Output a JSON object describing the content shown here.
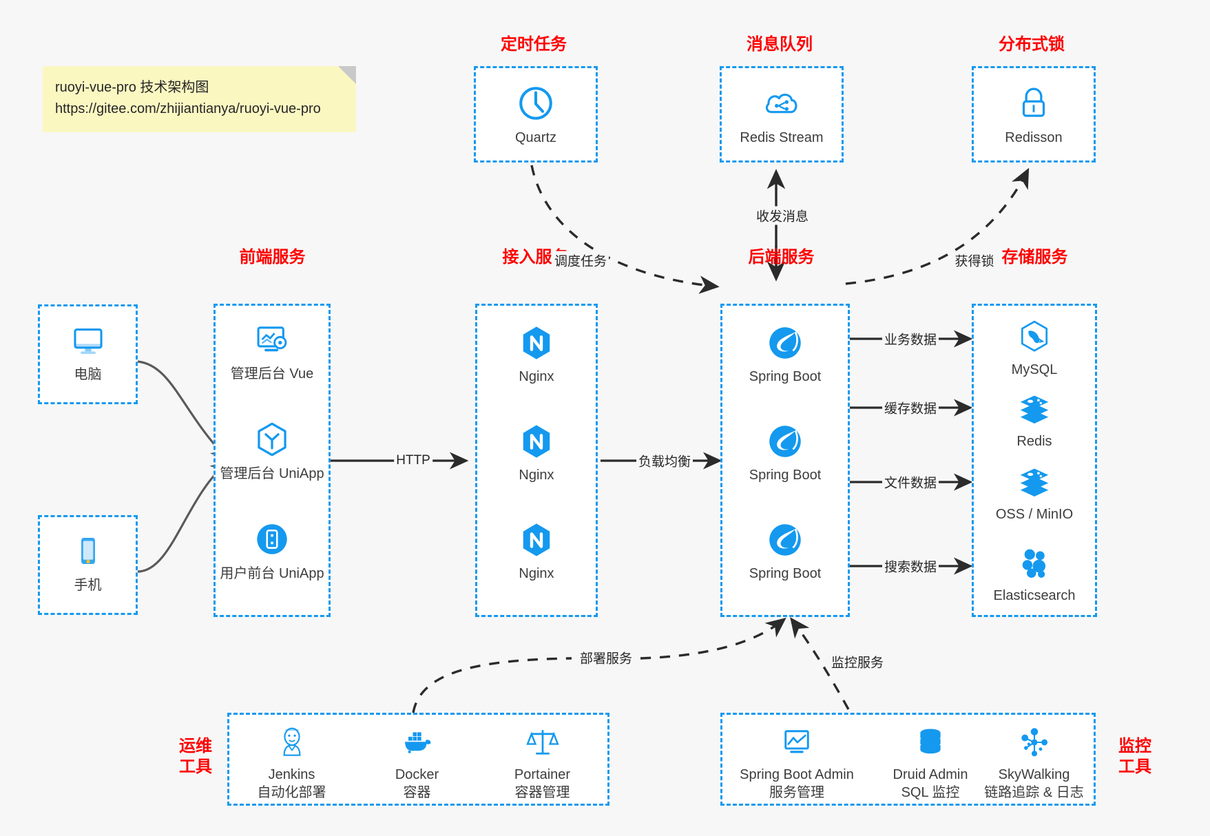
{
  "note": {
    "line1": "ruoyi-vue-pro 技术架构图",
    "line2": "https://gitee.com/zhijiantianya/ruoyi-vue-pro"
  },
  "colors": {
    "accent": "#1499ef",
    "title": "#fe0000",
    "text": "#3d3d3d",
    "background": "#f7f7f7",
    "note_bg": "#fbf7c1"
  },
  "groups": {
    "scheduler": {
      "title": "定时任务"
    },
    "mq": {
      "title": "消息队列"
    },
    "lock": {
      "title": "分布式锁"
    },
    "frontend": {
      "title": "前端服务"
    },
    "gateway": {
      "title": "接入服务"
    },
    "backend": {
      "title": "后端服务"
    },
    "storage": {
      "title": "存储服务"
    },
    "devops": {
      "title_line1": "运维",
      "title_line2": "工具"
    },
    "monitor": {
      "title_line1": "监控",
      "title_line2": "工具"
    }
  },
  "nodes": {
    "quartz": {
      "label": "Quartz",
      "icon": "clock-icon"
    },
    "redis_stream": {
      "label": "Redis Stream",
      "icon": "cloud-stream-icon"
    },
    "redisson": {
      "label": "Redisson",
      "icon": "lock-icon"
    },
    "pc": {
      "label": "电脑",
      "icon": "desktop-icon"
    },
    "phone": {
      "label": "手机",
      "icon": "smartphone-icon"
    },
    "admin_vue": {
      "label": "管理后台 Vue",
      "icon": "dashboard-icon"
    },
    "admin_uniapp": {
      "label": "管理后台 UniApp",
      "icon": "uniapp-icon"
    },
    "user_uniapp": {
      "label": "用户前台 UniApp",
      "icon": "mobile-app-icon"
    },
    "nginx1": {
      "label": "Nginx",
      "icon": "nginx-icon"
    },
    "nginx2": {
      "label": "Nginx",
      "icon": "nginx-icon"
    },
    "nginx3": {
      "label": "Nginx",
      "icon": "nginx-icon"
    },
    "spring1": {
      "label": "Spring Boot",
      "icon": "spring-boot-icon"
    },
    "spring2": {
      "label": "Spring Boot",
      "icon": "spring-boot-icon"
    },
    "spring3": {
      "label": "Spring Boot",
      "icon": "spring-boot-icon"
    },
    "mysql": {
      "label": "MySQL",
      "icon": "mysql-icon"
    },
    "redis": {
      "label": "Redis",
      "icon": "redis-icon"
    },
    "oss": {
      "label": "OSS / MinIO",
      "icon": "object-storage-icon"
    },
    "elasticsearch": {
      "label": "Elasticsearch",
      "icon": "elasticsearch-icon"
    },
    "jenkins": {
      "label": "Jenkins",
      "sub": "自动化部署",
      "icon": "jenkins-icon"
    },
    "docker": {
      "label": "Docker",
      "sub": "容器",
      "icon": "docker-icon"
    },
    "portainer": {
      "label": "Portainer",
      "sub": "容器管理",
      "icon": "scales-icon"
    },
    "sba": {
      "label": "Spring Boot Admin",
      "sub": "服务管理",
      "icon": "monitor-chart-icon"
    },
    "druid": {
      "label": "Druid Admin",
      "sub": "SQL 监控",
      "icon": "database-icon"
    },
    "skywalking": {
      "label": "SkyWalking",
      "sub": "链路追踪 & 日志",
      "icon": "network-nodes-icon"
    }
  },
  "edges": {
    "http": "HTTP",
    "load_balance": "负载均衡",
    "schedule_task": "调度任务",
    "send_receive_message": "收发消息",
    "acquire_lock": "获得锁",
    "business_data": "业务数据",
    "cache_data": "缓存数据",
    "file_data": "文件数据",
    "search_data": "搜索数据",
    "deploy_service": "部署服务",
    "monitor_service": "监控服务"
  }
}
